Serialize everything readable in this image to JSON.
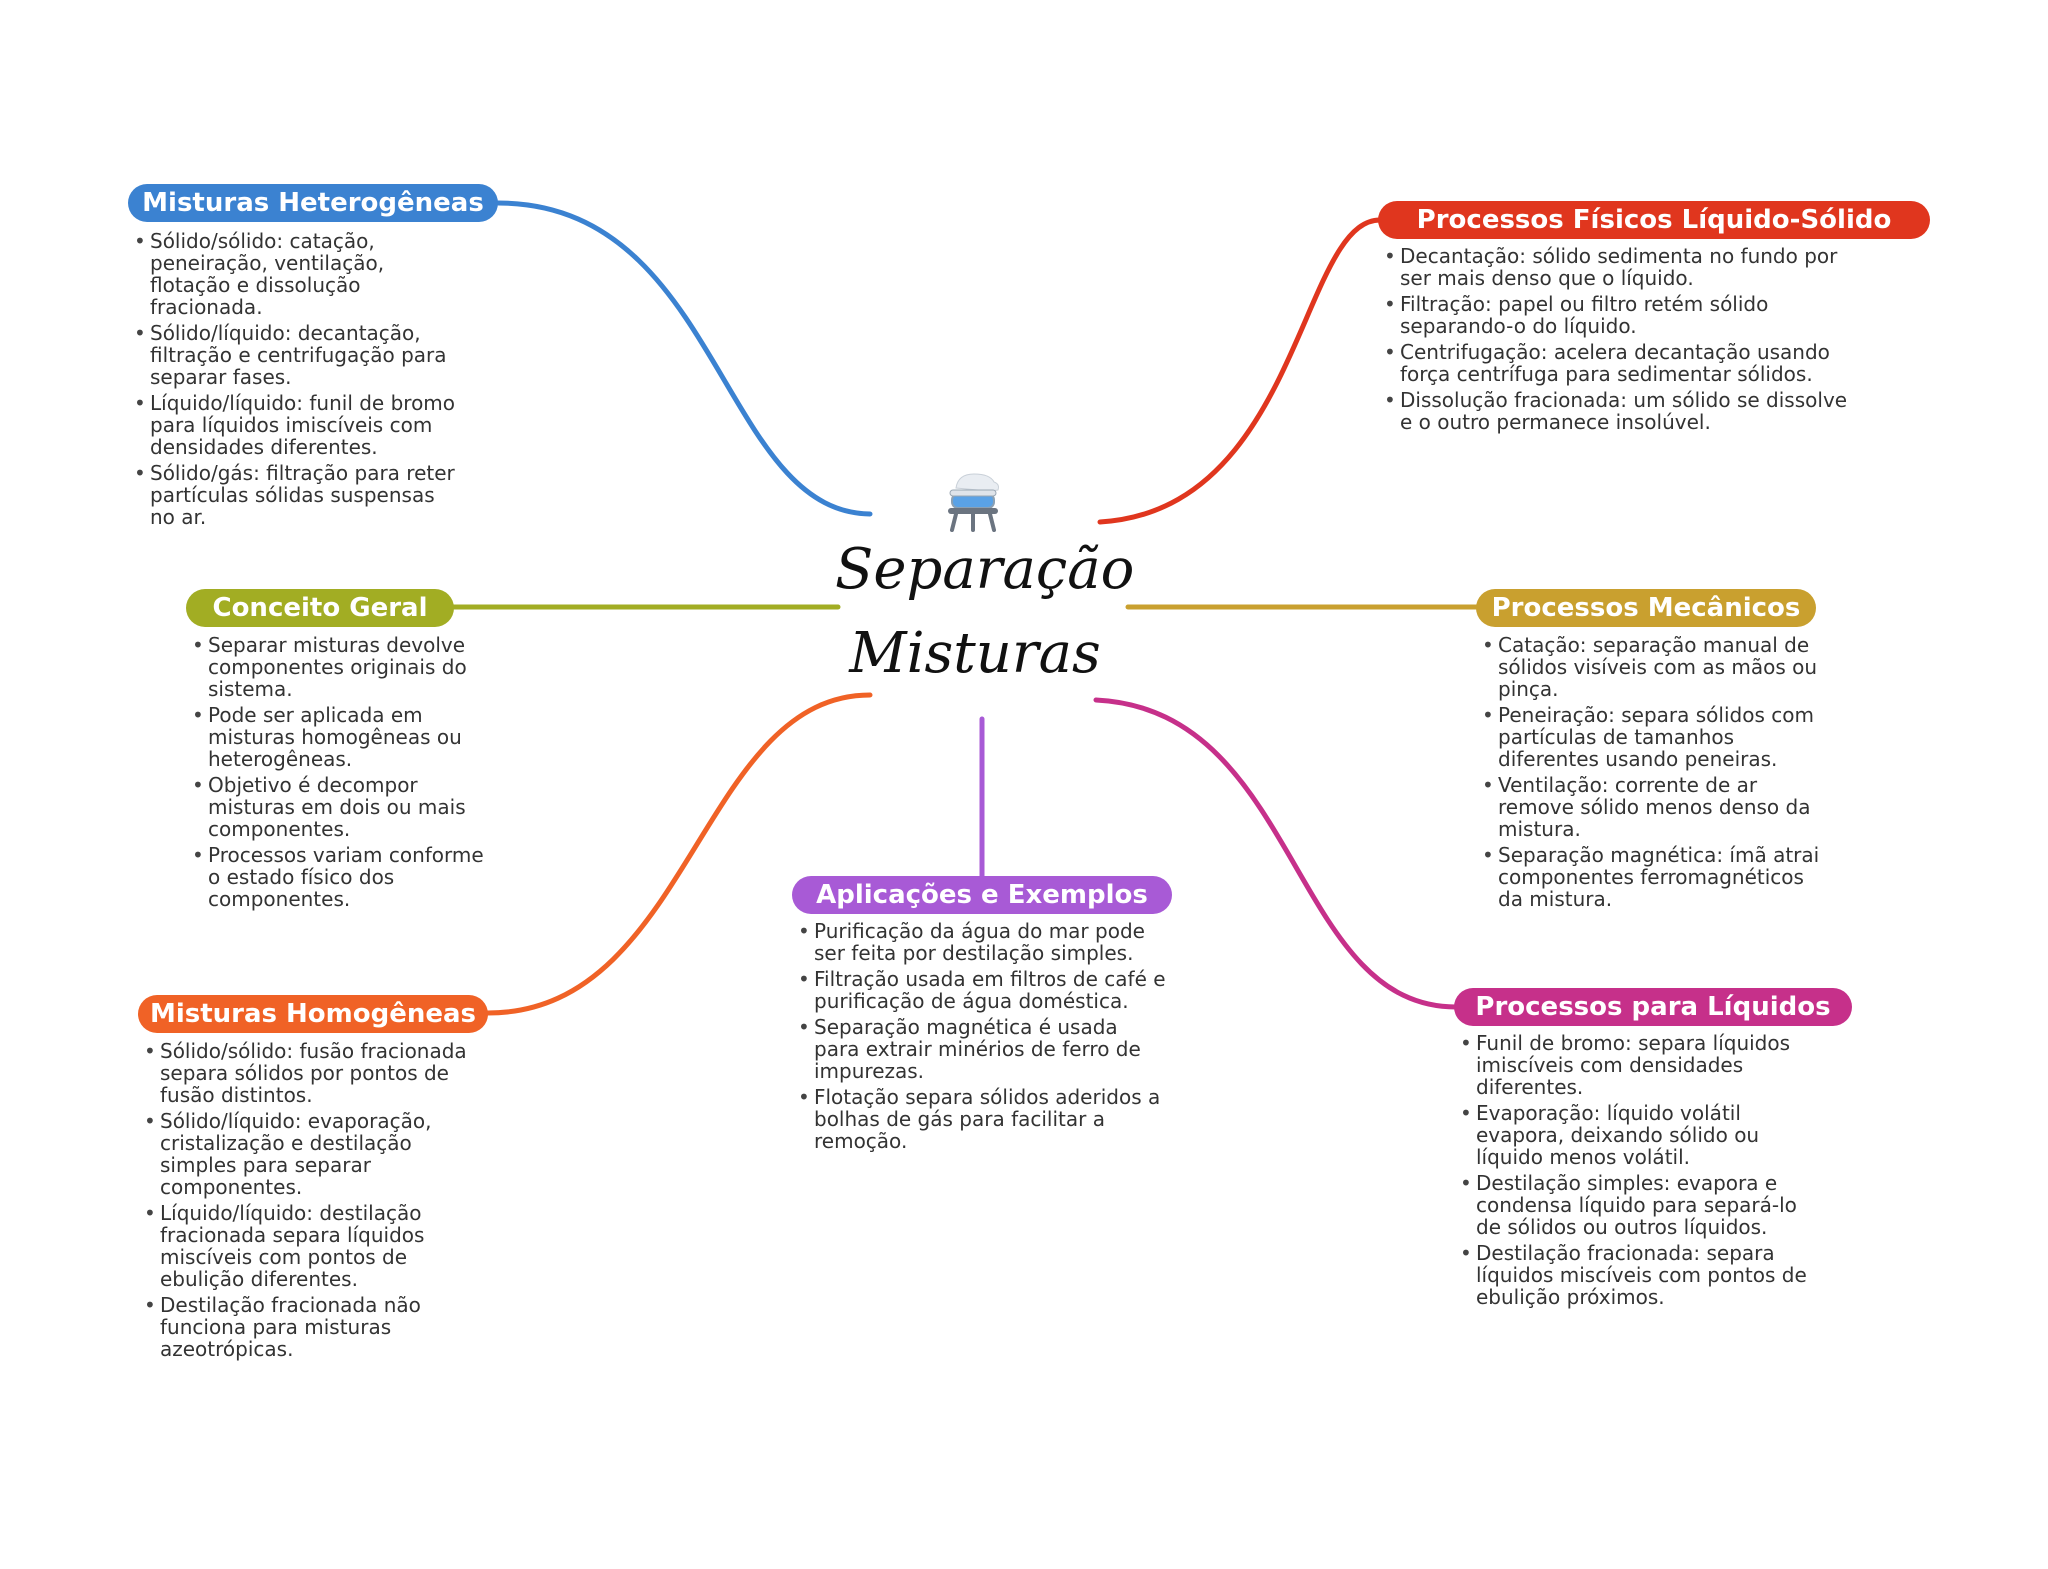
{
  "center": {
    "line1": "Separação",
    "line2": "Misturas",
    "icon": "laboratory-apparatus-icon"
  },
  "branches": {
    "heterogeneas": {
      "title": "Misturas Heterogêneas",
      "color": "#3b82d1",
      "items": [
        "Sólido/sólido: catação, peneiração, ventilação, flotação e dissolução fracionada.",
        "Sólido/líquido: decantação, filtração e centrifugação para separar fases.",
        "Líquido/líquido: funil de bromo para líquidos imiscíveis com densidades diferentes.",
        "Sólido/gás: filtração para reter partículas sólidas suspensas no ar."
      ]
    },
    "conceito": {
      "title": "Conceito Geral",
      "color": "#a2ad23",
      "items": [
        "Separar misturas devolve componentes originais do sistema.",
        "Pode ser aplicada em misturas homogêneas ou heterogêneas.",
        "Objetivo é decompor misturas em dois ou mais componentes.",
        "Processos variam conforme o estado físico dos componentes."
      ]
    },
    "homogeneas": {
      "title": "Misturas Homogêneas",
      "color": "#f06226",
      "items": [
        "Sólido/sólido: fusão fracionada separa sólidos por pontos de fusão distintos.",
        "Sólido/líquido: evaporação, cristalização e destilação simples para separar componentes.",
        "Líquido/líquido: destilação fracionada separa líquidos miscíveis com pontos de ebulição diferentes.",
        "Destilação fracionada não funciona para misturas azeotrópicas."
      ]
    },
    "aplicacoes": {
      "title": "Aplicações e Exemplos",
      "color": "#a85ad6",
      "items": [
        "Purificação da água do mar pode ser feita por destilação simples.",
        "Filtração usada em filtros de café e purificação de água doméstica.",
        "Separação magnética é usada para extrair minérios de ferro de impurezas.",
        "Flotação separa sólidos aderidos a bolhas de gás para facilitar a remoção."
      ]
    },
    "fisicos": {
      "title": "Processos Físicos Líquido-Sólido",
      "color": "#e0361e",
      "items": [
        "Decantação: sólido sedimenta no fundo por ser mais denso que o líquido.",
        "Filtração: papel ou filtro retém sólido separando-o do líquido.",
        "Centrifugação: acelera decantação usando força centrífuga para sedimentar sólidos.",
        "Dissolução fracionada: um sólido se dissolve e o outro permanece insolúvel."
      ]
    },
    "mecanicos": {
      "title": "Processos Mecânicos",
      "color": "#c9a02f",
      "items": [
        "Catação: separação manual de sólidos visíveis com as mãos ou pinça.",
        "Peneiração: separa sólidos com partículas de tamanhos diferentes usando peneiras.",
        "Ventilação: corrente de ar remove sólido menos denso da mistura.",
        "Separação magnética: ímã atrai componentes ferromagnéticos da mistura."
      ]
    },
    "liquidos": {
      "title": "Processos para Líquidos",
      "color": "#c6308a",
      "items": [
        "Funil de bromo: separa líquidos imiscíveis com densidades diferentes.",
        "Evaporação: líquido volátil evapora, deixando sólido ou líquido menos volátil.",
        "Destilação simples: evapora e condensa líquido para separá-lo de sólidos ou outros líquidos.",
        "Destilação fracionada: separa líquidos miscíveis com pontos de ebulição próximos."
      ]
    }
  }
}
